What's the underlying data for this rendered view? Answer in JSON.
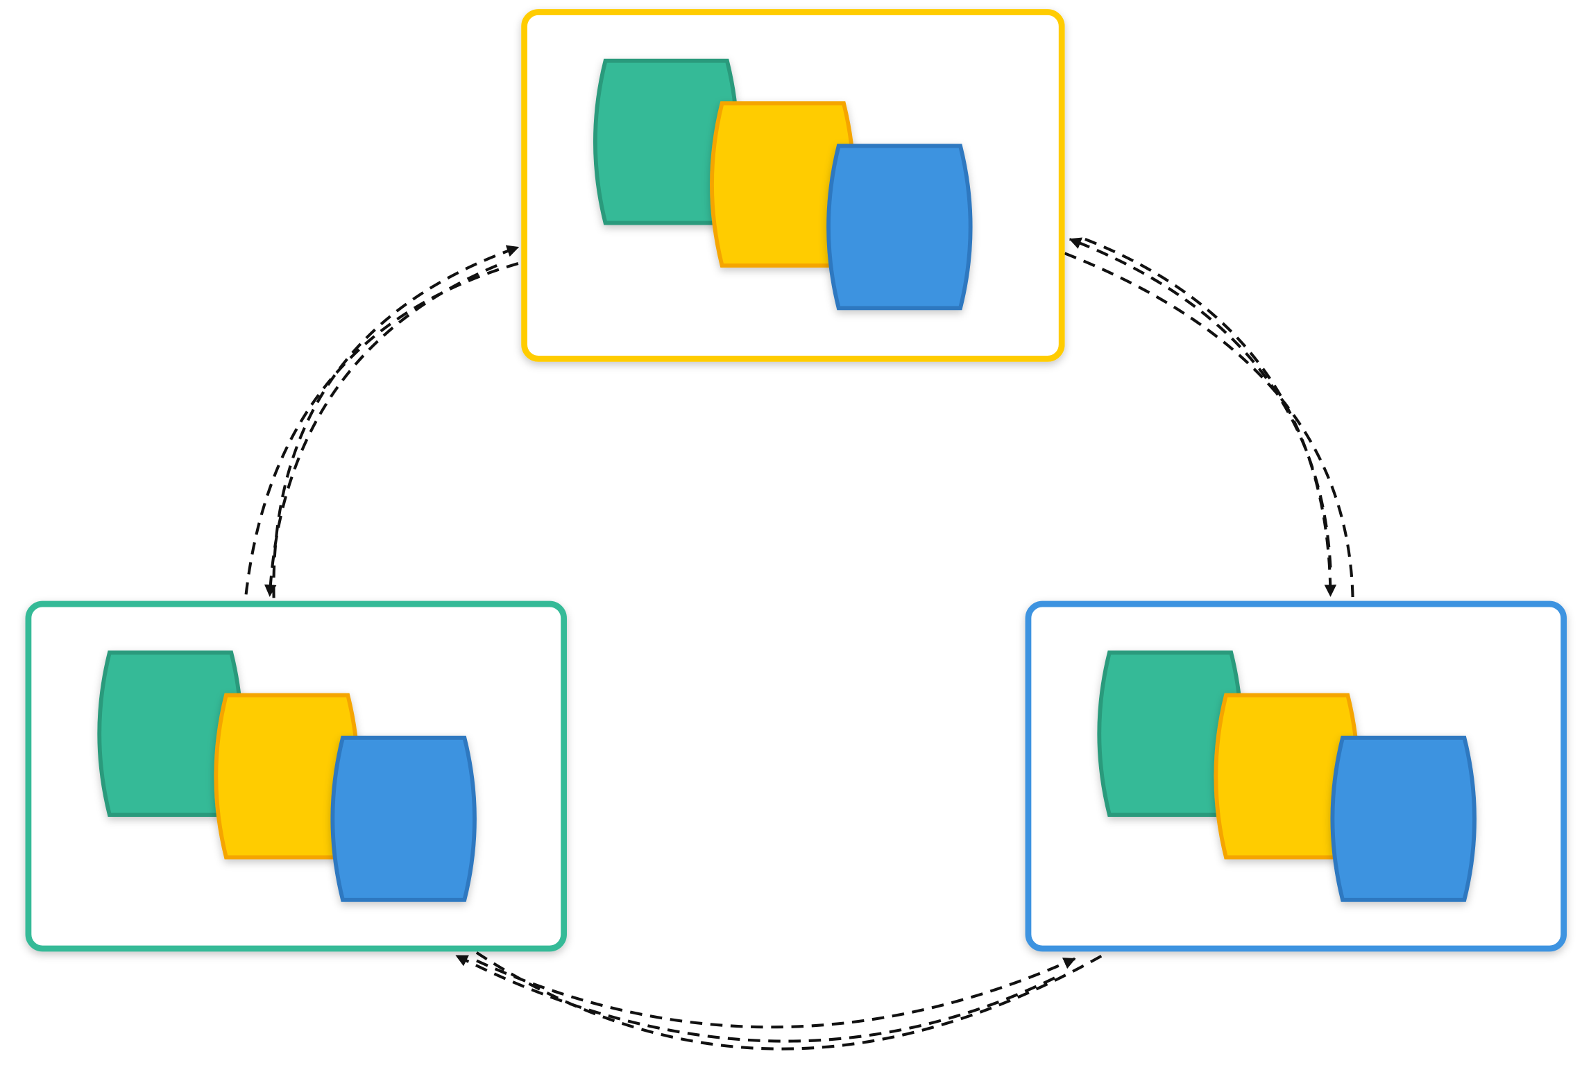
{
  "diagram": {
    "type": "replication-ring",
    "nodes": [
      {
        "id": "top",
        "border_color": "#FFCC00",
        "stack": [
          "green-store",
          "yellow-store",
          "blue-store"
        ]
      },
      {
        "id": "left",
        "border_color": "#35BA97",
        "stack": [
          "green-store",
          "yellow-store",
          "blue-store"
        ]
      },
      {
        "id": "right",
        "border_color": "#3D93E0",
        "stack": [
          "green-store",
          "yellow-store",
          "blue-store"
        ]
      }
    ],
    "links": [
      {
        "from": "top",
        "to": "left",
        "style": "dashed",
        "bidirectional": true
      },
      {
        "from": "top",
        "to": "right",
        "style": "dashed",
        "bidirectional": true
      },
      {
        "from": "left",
        "to": "right",
        "style": "dashed",
        "bidirectional": true
      }
    ],
    "colors": {
      "green_fill": "#35BA97",
      "green_stroke": "#2A9A7B",
      "yellow_fill": "#FFCC00",
      "yellow_stroke": "#F5A500",
      "blue_fill": "#3D93E0",
      "blue_stroke": "#2E78C0",
      "arrow": "#111111"
    }
  }
}
